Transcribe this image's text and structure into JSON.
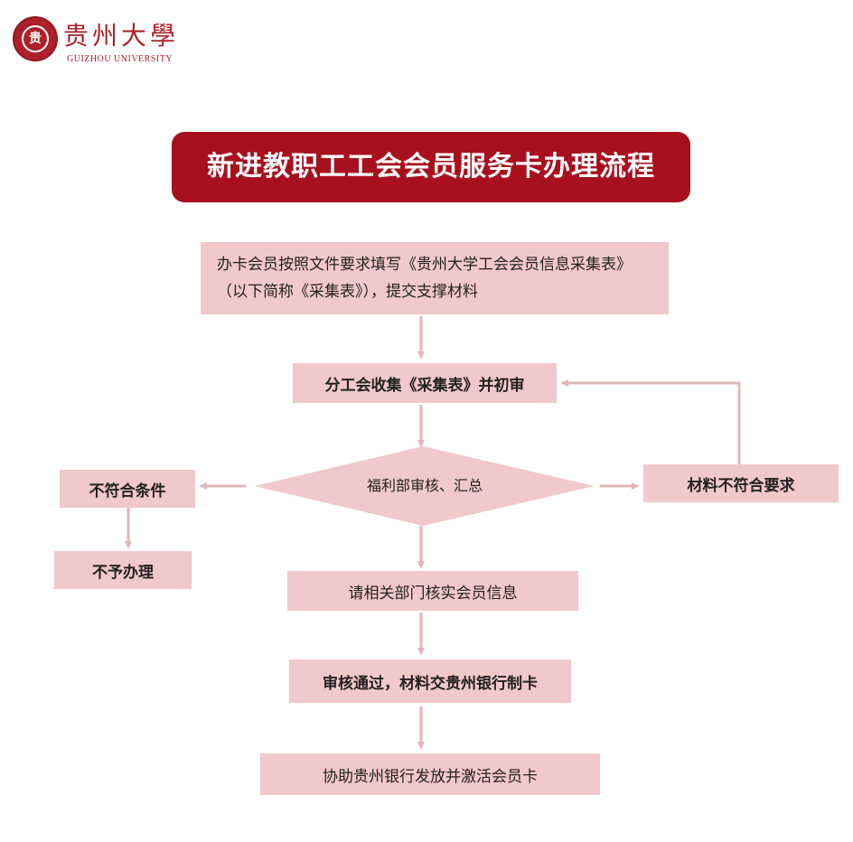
{
  "logo": {
    "seal_text": "贵",
    "name_cn": "贵州大學",
    "name_en": "GUIZHOU UNIVERSITY"
  },
  "title": "新进教职工工会会员服务卡办理流程",
  "steps": {
    "step1": "办卡会员按照文件要求填写《贵州大学工会会员信息采集表》（以下简称《采集表》），提交支撑材料",
    "step2": "分工会收集《采集表》并初审",
    "decision": "福利部审核、汇总",
    "reject": "不符合条件",
    "reject_result": "不予办理",
    "incomplete": "材料不符合要求",
    "step3": "请相关部门核实会员信息",
    "step4": "审核通过，材料交贵州银行制卡",
    "step5": "协助贵州银行发放并激活会员卡"
  },
  "colors": {
    "title_bg": "#a8101d",
    "box_bg": "#f1c8cb",
    "arrow": "#e3b6b9",
    "brand": "#b0202a"
  }
}
